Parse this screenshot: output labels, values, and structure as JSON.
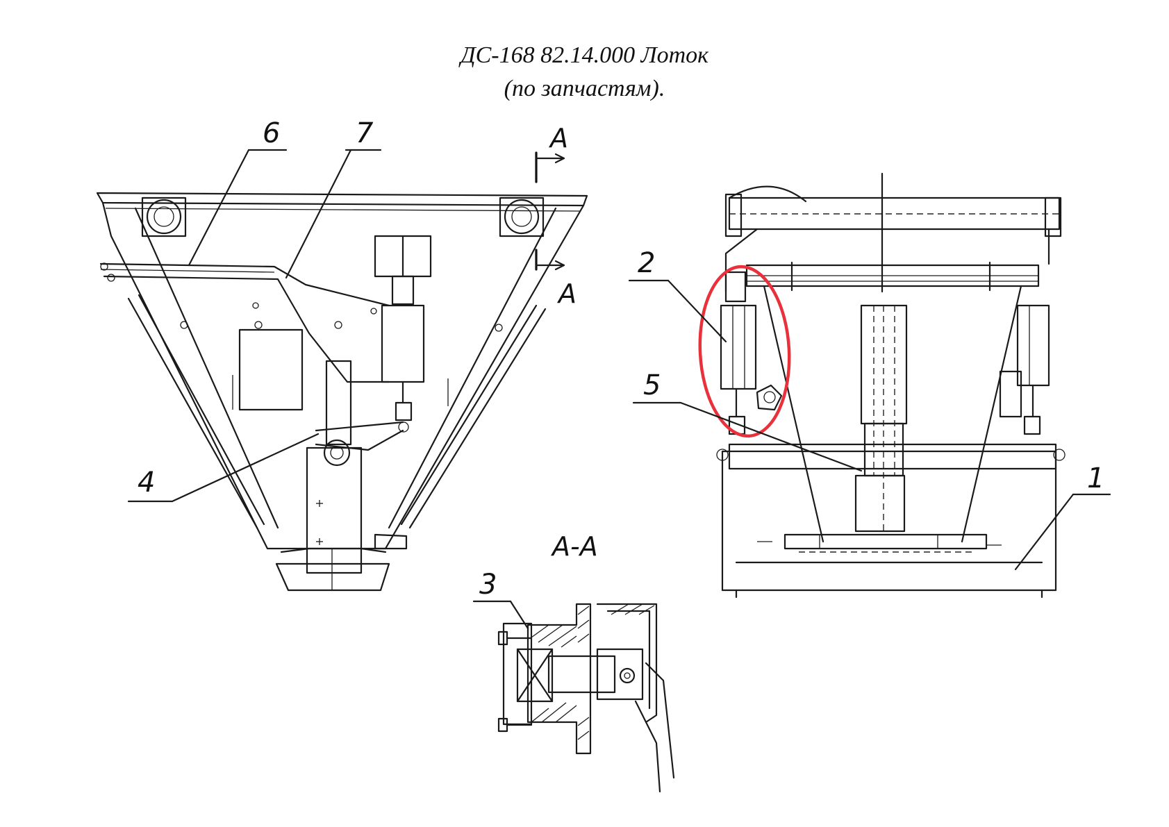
{
  "title": {
    "line1": "ДС-168 82.14.000 Лоток",
    "line2": "(по запчастям)."
  },
  "callouts": {
    "c1": "1",
    "c2": "2",
    "c3": "3",
    "c4": "4",
    "c5": "5",
    "c6": "6",
    "c7": "7"
  },
  "section": {
    "mark_top": "А",
    "mark_bottom": "А",
    "view_label": "А-А"
  },
  "colors": {
    "highlight": "#e8313a",
    "line": "#1a1a1a"
  }
}
